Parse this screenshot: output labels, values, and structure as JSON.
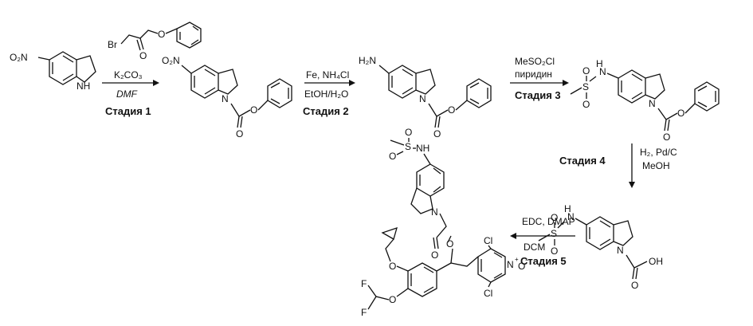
{
  "atoms": {
    "nitro": "O₂N",
    "amino": "H₂N",
    "nh": "NH",
    "h": "H",
    "n": "N",
    "o": "O",
    "s": "S",
    "br": "Br",
    "cl": "Cl",
    "f": "F",
    "oh": "OH",
    "n_oxide": "N",
    "o_minus": "O",
    "plus": "+",
    "minus": "−"
  },
  "steps": [
    {
      "reagent_top": "K₂CO₃",
      "reagent_bottom": "DMF",
      "label": "Стадия 1"
    },
    {
      "reagent_top": "Fe, NH₄Cl",
      "reagent_bottom": "EtOH/H₂O",
      "label": "Стадия 2"
    },
    {
      "reagent_top": "MeSO₂Cl",
      "reagent_bottom": "пиридин",
      "label": "Стадия 3"
    },
    {
      "reagent_top": "H₂, Pd/C",
      "reagent_bottom": "MeOH",
      "label": "Стадия 4"
    },
    {
      "reagent_top": "EDC, DMAP",
      "reagent_bottom": "DCM",
      "label": "Стадия 5"
    }
  ]
}
